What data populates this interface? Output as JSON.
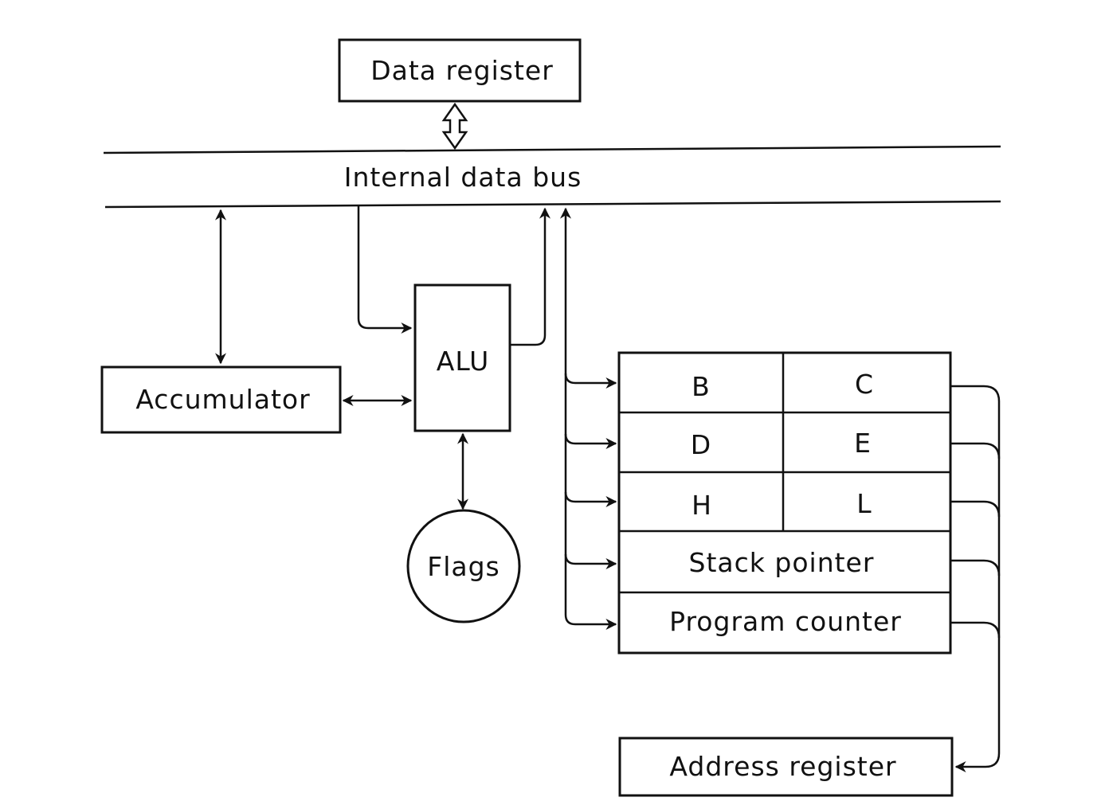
{
  "labels": {
    "data_register": "Data register",
    "internal_data_bus": "Internal data bus",
    "alu": "ALU",
    "accumulator": "Accumulator",
    "flags": "Flags",
    "reg_b": "B",
    "reg_c": "C",
    "reg_d": "D",
    "reg_e": "E",
    "reg_h": "H",
    "reg_l": "L",
    "stack_pointer": "Stack pointer",
    "program_counter": "Program counter",
    "address_register": "Address register"
  },
  "colors": {
    "ink": "#111111",
    "background": "#ffffff"
  }
}
